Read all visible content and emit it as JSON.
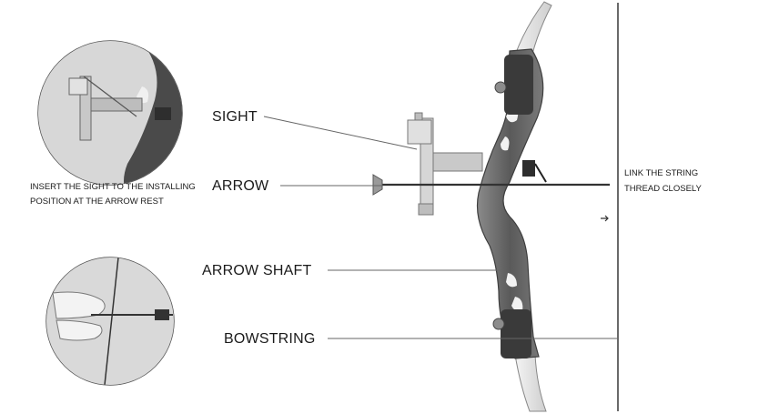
{
  "labels": {
    "sight": "SIGHT",
    "arrow": "ARROW",
    "arrow_shaft": "ARROW SHAFT",
    "bowstring": "BOWSTRING"
  },
  "notes": {
    "install_line1": "INSERT THE SIGHT TO THE INSTALLING",
    "install_line2": "POSITION AT THE ARROW REST",
    "string_line1": "LINK THE  STRING",
    "string_line2": "THREAD CLOSELY"
  },
  "colors": {
    "riser": "#6a6a6a",
    "limb": "#e4e4e4",
    "metal": "#cfcfcf",
    "line": "#555555",
    "text": "#1a1a1a"
  }
}
